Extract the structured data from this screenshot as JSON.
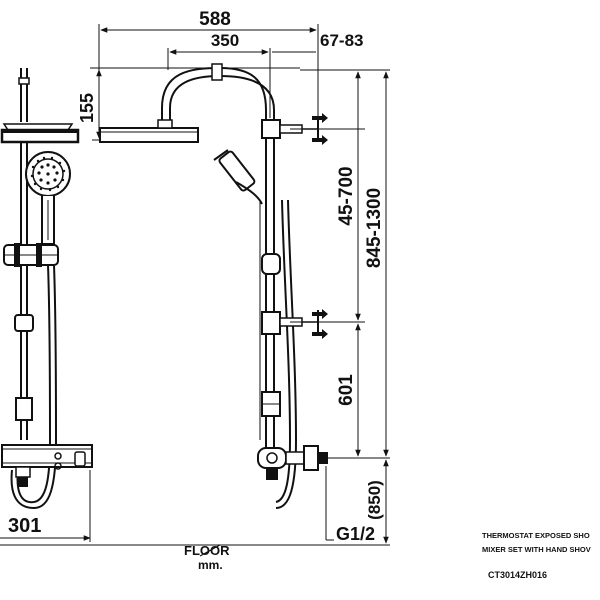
{
  "dimensions": {
    "top_width": "588",
    "arm_width": "350",
    "wall_offset": "67-83",
    "head_drop": "155",
    "slide_range": "45-700",
    "total_height": "845-1300",
    "lower_height": "601",
    "floor_height": "(850)",
    "front_width": "301",
    "inlet_thread": "G1/2"
  },
  "floor": {
    "label": "FLOOR",
    "unit": "mm."
  },
  "title_block": {
    "line1": "THERMOSTAT EXPOSED SHO",
    "line2": "MIXER SET WITH HAND SHOV",
    "model": "CT3014ZH016"
  }
}
